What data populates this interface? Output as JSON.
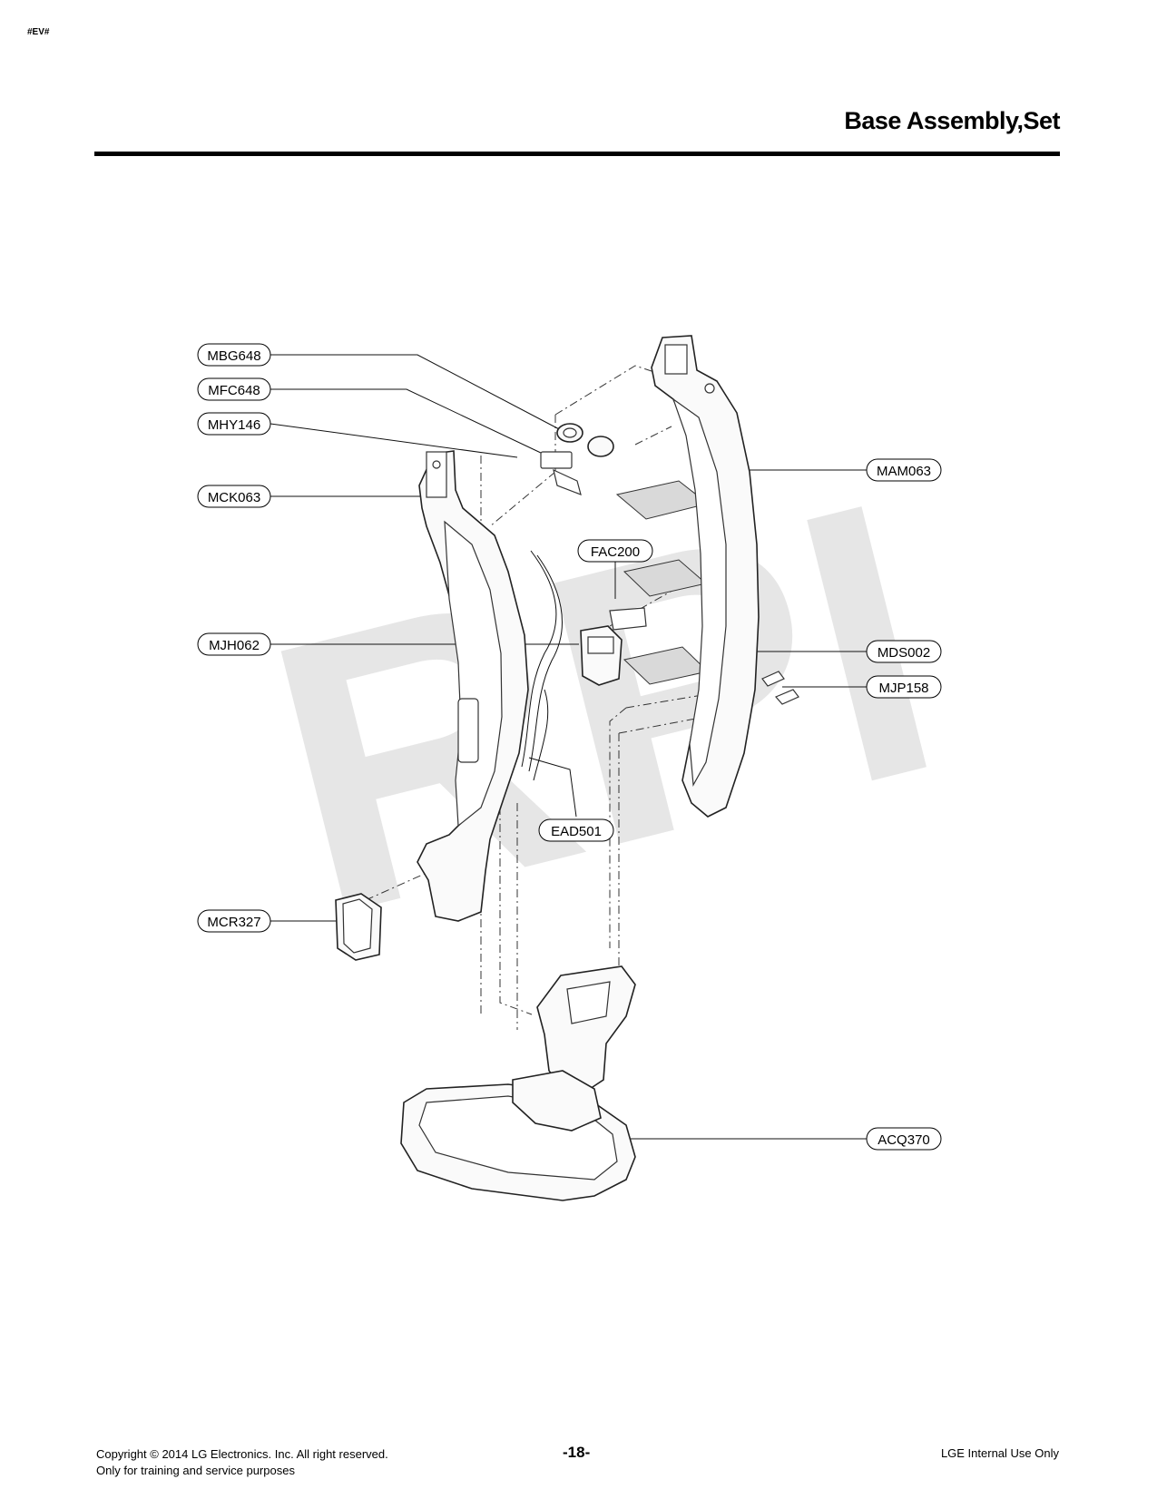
{
  "header": {
    "corner_mark": "#EV#",
    "title": "Base Assembly,Set"
  },
  "watermark": "RPI",
  "callouts": {
    "mbg648": "MBG648",
    "mfc648": "MFC648",
    "mhy146": "MHY146",
    "mck063": "MCK063",
    "mam063": "MAM063",
    "fac200": "FAC200",
    "mjh062": "MJH062",
    "mds002": "MDS002",
    "mjp158": "MJP158",
    "ead501": "EAD501",
    "mcr327": "MCR327",
    "acq370": "ACQ370"
  },
  "footer": {
    "copyright": "Copyright © 2014 LG Electronics. Inc. All right reserved.",
    "purpose": "Only for training and service purposes",
    "page_number": "-18-",
    "internal": "LGE Internal Use Only"
  }
}
